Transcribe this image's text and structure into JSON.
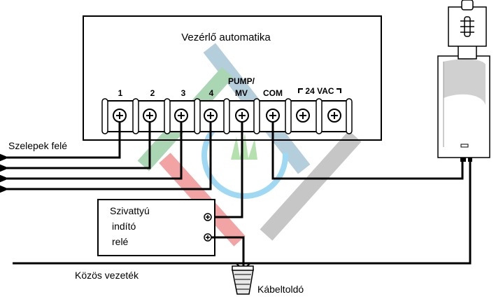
{
  "controller": {
    "title": "Vezérlő automatika",
    "terminals": [
      "1",
      "2",
      "3",
      "4",
      "PUMP/",
      "MV",
      "COM",
      "24 VAC"
    ]
  },
  "labels": {
    "valves": "Szelepek felé",
    "relay_line1": "Szivattyú",
    "relay_line2": "indító",
    "relay_line3": "relé",
    "common_wire": "Közös vezeték",
    "connector": "Kábeltoldó"
  },
  "colors": {
    "wire": "#000000",
    "logo_blue": "#8ed3f0",
    "logo_green": "#8fcf9f",
    "logo_red": "#f08a8a",
    "logo_steel": "#a8b8c8",
    "logo_gray": "#b8b8b8"
  }
}
